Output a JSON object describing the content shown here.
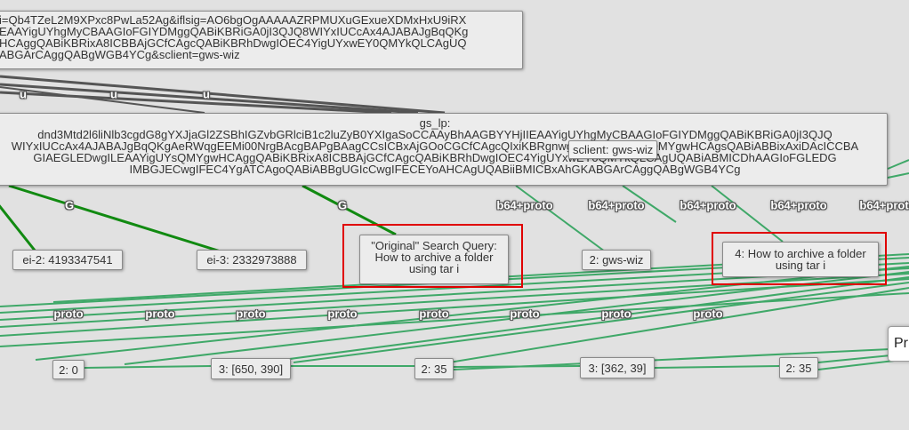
{
  "colors": {
    "background": "#e1e1e1",
    "edge_green_light": "#3fa868",
    "edge_green_dark": "#118a11",
    "edge_gray": "#555555",
    "highlight_red": "#e00000",
    "node_fill": "#ececec"
  },
  "nodes": {
    "top_url": "i=Qb4TZeL2M9XPxc8PwLa52Ag&iflsig=AO6bgOgAAAAAZRPMUXuGExueXDMxHxU9iRX\nEAAYigUYhgMyCBAAGIoFGIYDMggQABiKBRiGA0jI3QJQ8WIYxIUCcAx4AJABAJgBqQKg\nHCAggQABiKBRixA8ICBBAjGCfCAgcQABiKBRhDwgIOEC4YigUYxwEY0QMYkQLCAgUQ\nABGArCAggQABgWGB4YCg&sclient=gws-wiz",
    "gs_lp": "gs_lp:\ndnd3Mtd2l6liNlb3cgdG8gYXJjaGl2ZSBhIGZvbGRlciB1c2luZyB0YXIgaSoCCAAyBhAAGBYYHjIIEAAYigUYhgMyCBAAGIoFGIYDMggQABiKBRiGA0jI3QJQ\nWIYxIUCcAx4AJABAJgBqQKgAeRWqgEEMi00NrgBAcgBAPgBAagCCsICBxAjGOoCGCfCAgcQIxiKBRgnwgILEAAYgAQYsQMYgwHCAgsQABiABBixAxiDAcICCBA\nGIAEGLEDwgILEAAYigUYsQMYgwHCAggQABiKBRixA8ICBBAjGCfCAgcQABiKBRhDwgIOEC4YigUYxwEY0QMYkQLCAgUQABiABMICDhAAGIoFGLEDG\nIMBGJECwgIFEC4YgATCAgoQABiABBgUGIcCwgIFECEYoAHCAgUQABiiBMICBxAhGKABGArCAggQABgWGB4YCg",
    "ei2": "ei-2: 4193347541",
    "ei3": "ei-3: 2332973888",
    "original_query": "\"Original\" Search Query:\nHow to archive a folder\nusing tar i",
    "gws_wiz": "2: gws-wiz",
    "query4": "4: How to archive a folder\nusing tar i",
    "b1": "2: 0",
    "b2": "3: [650, 390]",
    "b3": "2: 35",
    "b4": "3: [362, 39]",
    "b5": "2: 35"
  },
  "tooltip": "sclient: gws-wiz",
  "cut_panel_text": "Pr",
  "edge_labels": {
    "u": "u",
    "g": "G",
    "b64": "b64+proto",
    "proto": "proto"
  }
}
